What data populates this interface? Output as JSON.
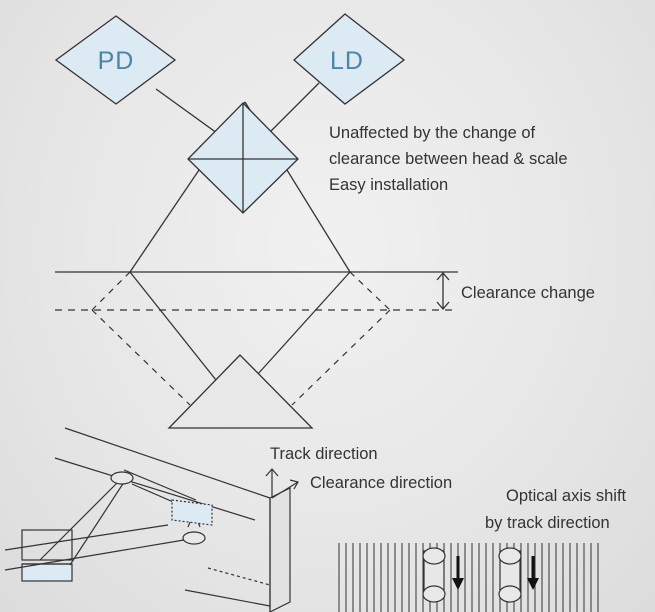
{
  "diagram": {
    "photodetector_label": "PD",
    "laser_diode_label": "LD",
    "benefit_lines": [
      "Unaffected by the change of",
      "clearance between head & scale",
      "Easy installation"
    ],
    "clearance_change_label": "Clearance change",
    "track_direction_label": "Track direction",
    "clearance_direction_label": "Clearance direction",
    "axis_shift_lines": [
      "Optical axis shift",
      "by track direction"
    ],
    "colors": {
      "diamond_fill": "#dbeaf3",
      "label_blue": "#4b86a8",
      "line": "#333333"
    }
  }
}
